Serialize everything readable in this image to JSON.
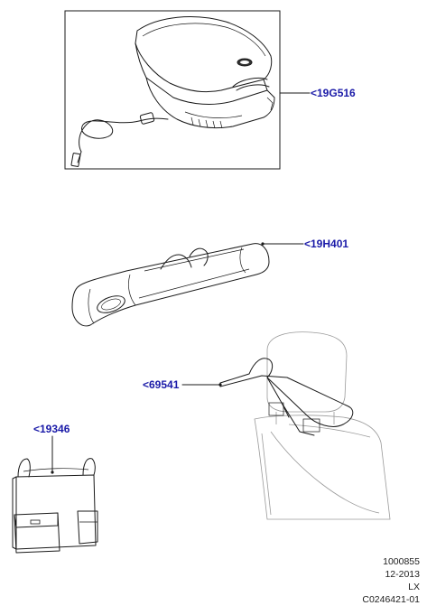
{
  "callouts": {
    "cool_box": "<19G516",
    "ski_bag": "<19H401",
    "coat_hanger": "<69541",
    "seat_organiser": "<19346"
  },
  "footer": {
    "line1": "1000855",
    "line2": "12-2013",
    "line3": "LX",
    "line4": "C0246421-01"
  },
  "colors": {
    "callout": "#1a1aa8",
    "line": "#1a1a1a"
  }
}
